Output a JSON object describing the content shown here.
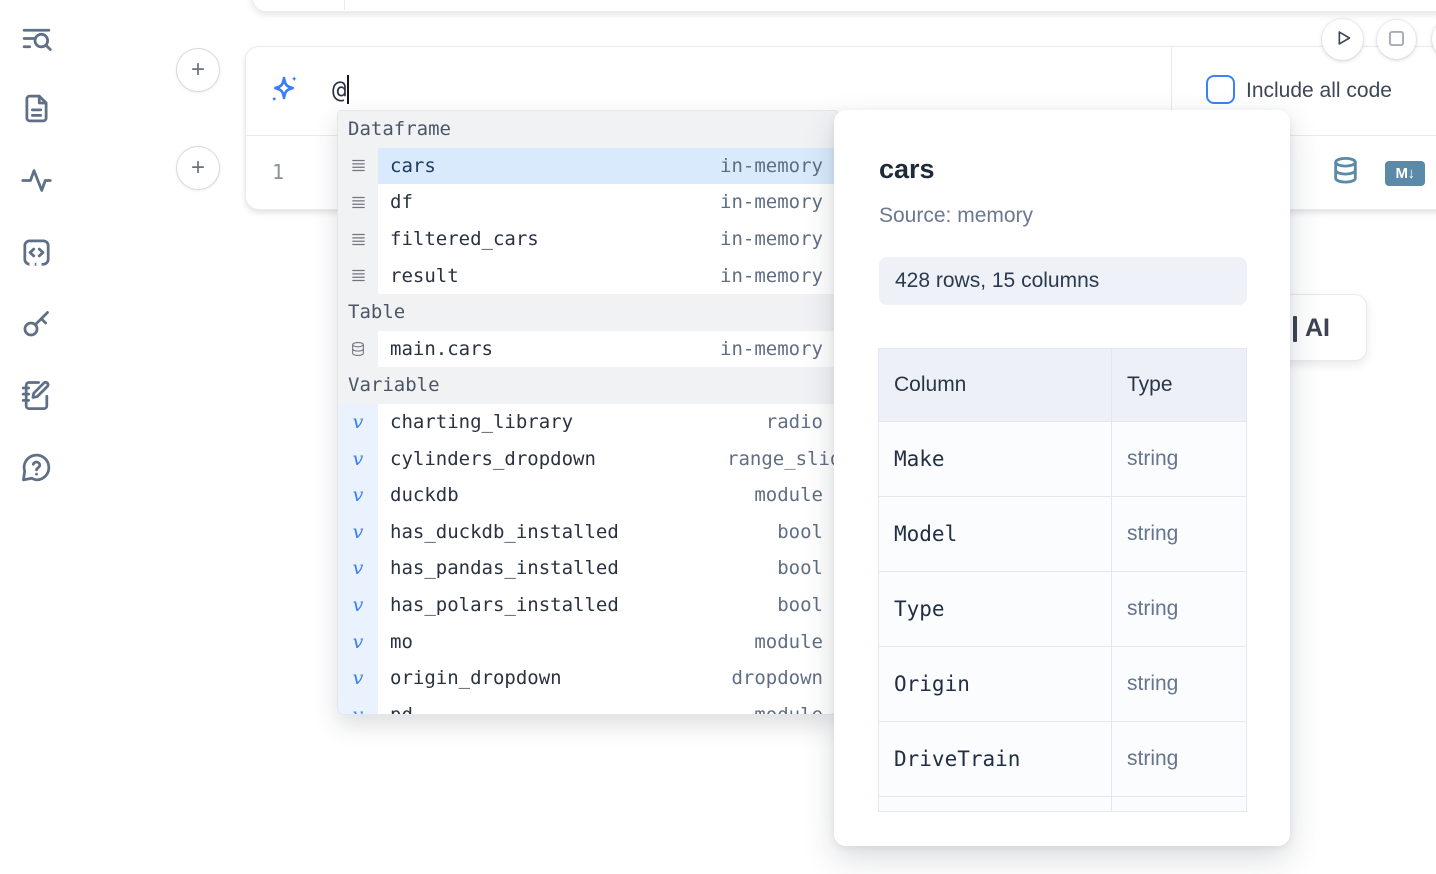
{
  "sidebar": {
    "icons": [
      {
        "name": "search-files-icon"
      },
      {
        "name": "document-icon"
      },
      {
        "name": "activity-icon"
      },
      {
        "name": "scratchpad-code-icon"
      },
      {
        "name": "key-icon"
      },
      {
        "name": "notebook-edit-icon"
      },
      {
        "name": "help-icon"
      }
    ]
  },
  "add_cell_buttons": [
    "+",
    "+"
  ],
  "toolbar": {
    "run_icon": "play-icon",
    "stop_icon": "stop-icon"
  },
  "prompt": {
    "value": "@",
    "include_all_code_label": "Include all code",
    "checkbox_checked": false
  },
  "code_cell": {
    "line_number": "1",
    "markdown_badge": "M↓"
  },
  "autocomplete": {
    "sections": [
      {
        "header": "Dataframe",
        "items": [
          {
            "name": "cars",
            "type": "in-memory",
            "selected": true
          },
          {
            "name": "df",
            "type": "in-memory"
          },
          {
            "name": "filtered_cars",
            "type": "in-memory"
          },
          {
            "name": "result",
            "type": "in-memory"
          }
        ]
      },
      {
        "header": "Table",
        "items": [
          {
            "name": "main.cars",
            "type": "in-memory"
          }
        ]
      },
      {
        "header": "Variable",
        "items": [
          {
            "name": "charting_library",
            "type": "radio"
          },
          {
            "name": "cylinders_dropdown",
            "type": "range_slider"
          },
          {
            "name": "duckdb",
            "type": "module"
          },
          {
            "name": "has_duckdb_installed",
            "type": "bool"
          },
          {
            "name": "has_pandas_installed",
            "type": "bool"
          },
          {
            "name": "has_polars_installed",
            "type": "bool"
          },
          {
            "name": "mo",
            "type": "module"
          },
          {
            "name": "origin_dropdown",
            "type": "dropdown"
          },
          {
            "name": "pd",
            "type": "module"
          }
        ]
      }
    ]
  },
  "preview": {
    "title": "cars",
    "source_label": "Source: memory",
    "shape_badge": "428 rows, 15 columns",
    "table": {
      "col_headers": [
        "Column",
        "Type"
      ],
      "rows": [
        {
          "column": "Make",
          "type": "string"
        },
        {
          "column": "Model",
          "type": "string"
        },
        {
          "column": "Type",
          "type": "string"
        },
        {
          "column": "Origin",
          "type": "string"
        },
        {
          "column": "DriveTrain",
          "type": "string"
        }
      ]
    }
  },
  "ai_popover": {
    "visible_label": "AI"
  },
  "colors": {
    "accent_blue": "#3b82f6",
    "steel_blue": "#5b8aa8",
    "selected_row": "#d9eafc",
    "icon_slate": "#5f6f86"
  }
}
